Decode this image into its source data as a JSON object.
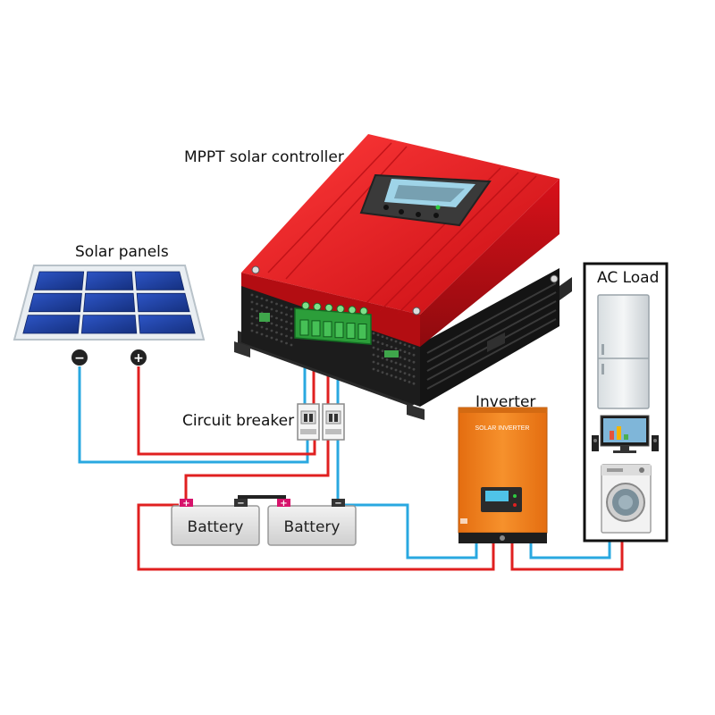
{
  "labels": {
    "controller": "MPPT solar controller",
    "panels": "Solar panels",
    "breaker": "Circuit breaker",
    "inverter": "Inverter",
    "ac_load": "AC Load",
    "battery_1": "Battery",
    "battery_2": "Battery",
    "inverter_brand": "SOLAR INVERTER"
  },
  "terminals": {
    "panel_negative": "−",
    "panel_positive": "+",
    "battery_1_positive": "+",
    "battery_1_negative": "−",
    "battery_2_positive": "+",
    "battery_2_negative": "−"
  },
  "colors": {
    "positive_wire": "#e02020",
    "negative_wire": "#29a8e0",
    "controller_body": "#e8141a",
    "inverter_body": "#f07d1a",
    "heatsink": "#1c1c1c",
    "solar_cell": "#1f3fa3"
  },
  "icons": [
    "solar-panel-icon",
    "mppt-controller-icon",
    "circuit-breaker-icon",
    "battery-icon",
    "inverter-icon",
    "refrigerator-icon",
    "computer-icon",
    "washing-machine-icon"
  ]
}
